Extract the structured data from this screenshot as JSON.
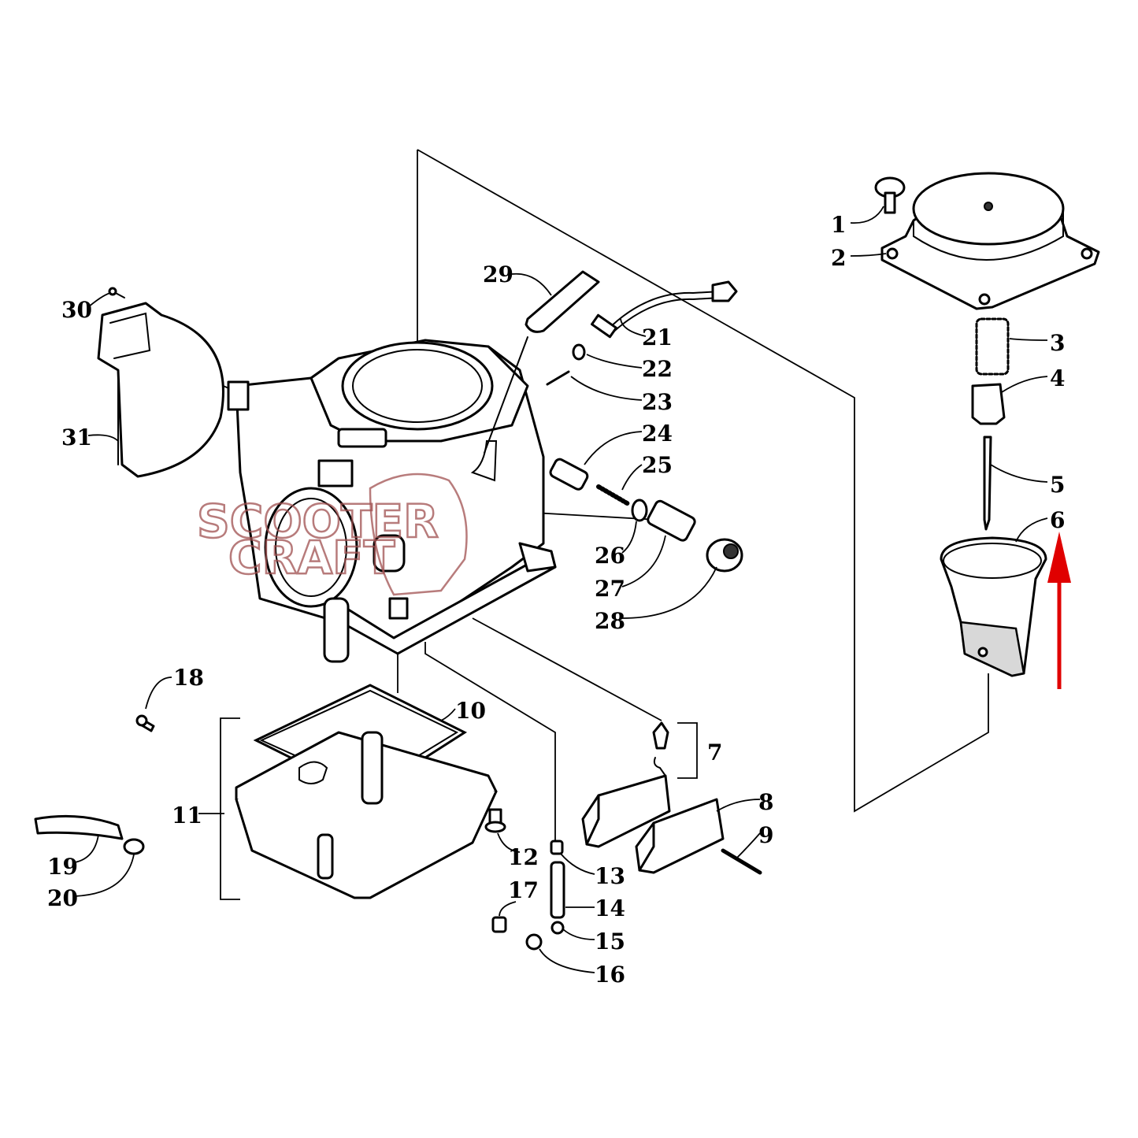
{
  "watermark": {
    "line1": "SCOOTER",
    "line2": "CRAFT"
  },
  "callouts": {
    "c1": "1",
    "c2": "2",
    "c3": "3",
    "c4": "4",
    "c5": "5",
    "c6": "6",
    "c7": "7",
    "c8": "8",
    "c9": "9",
    "c10": "10",
    "c11": "11",
    "c12": "12",
    "c13": "13",
    "c14": "14",
    "c15": "15",
    "c16": "16",
    "c17": "17",
    "c18": "18",
    "c19": "19",
    "c20": "20",
    "c21": "21",
    "c22": "22",
    "c23": "23",
    "c24": "24",
    "c25": "25",
    "c26": "26",
    "c27": "27",
    "c28": "28",
    "c29": "29",
    "c30": "30",
    "c31": "31"
  },
  "colors": {
    "line": "#000000",
    "arrow": "#e00000",
    "watermark": "#a05050"
  }
}
